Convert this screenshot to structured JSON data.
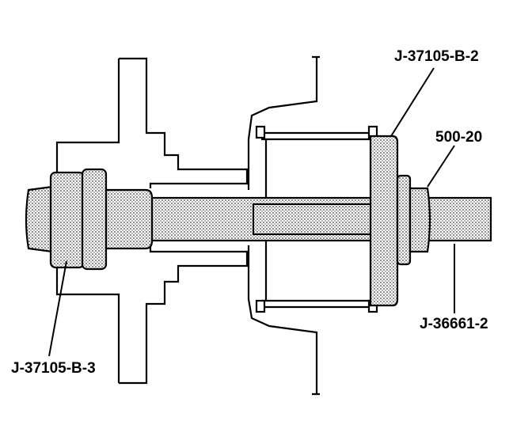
{
  "labels": {
    "tool_upper_right": "J-37105-B-2",
    "nut": "500-20",
    "shaft": "J-36661-2",
    "tool_left": "J-37105-B-3"
  },
  "colors": {
    "ink": "#000000",
    "paper": "#ffffff",
    "stipple": "#d4d4d4"
  }
}
